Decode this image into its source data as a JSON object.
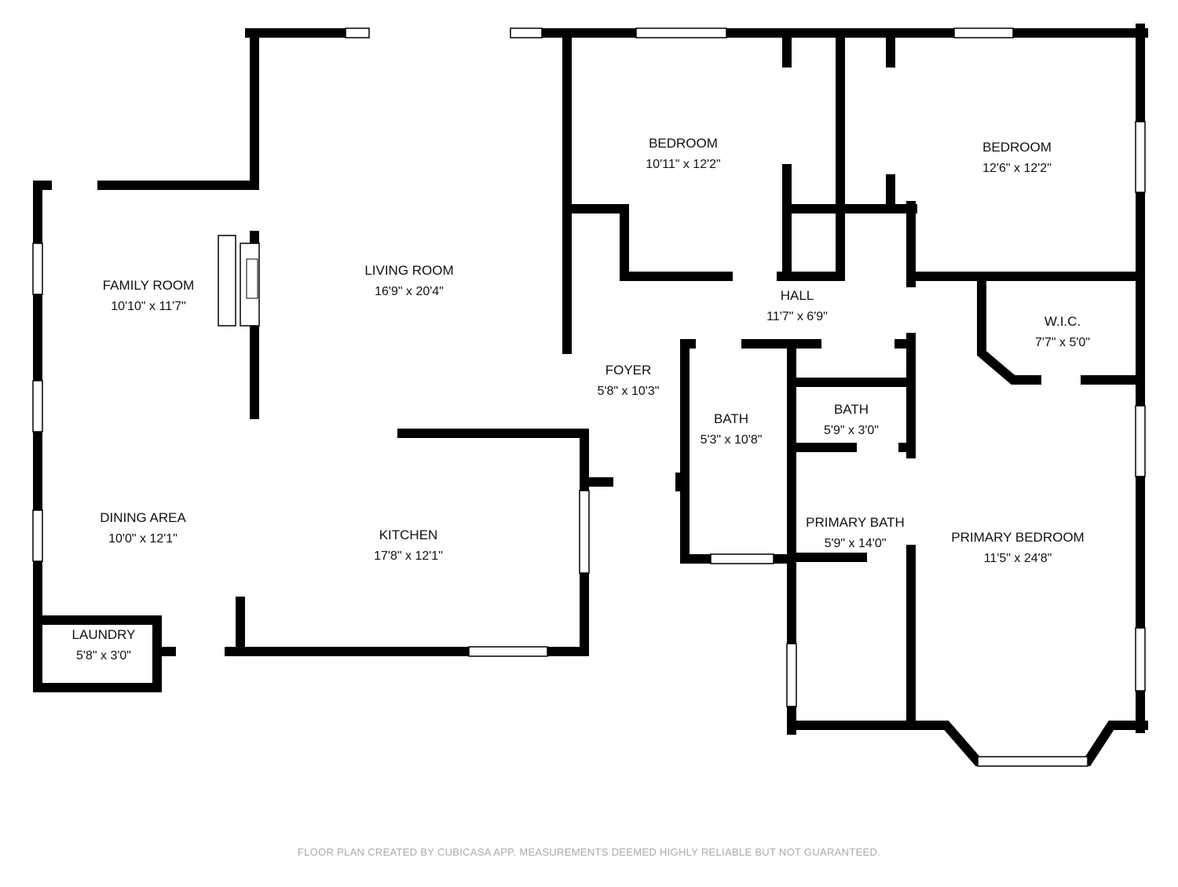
{
  "rooms": [
    {
      "name": "LIVING ROOM",
      "size": "16'9\" x 20'4\""
    },
    {
      "name": "BEDROOM",
      "size": "10'11\" x 12'2\""
    },
    {
      "name": "BEDROOM",
      "size": "12'6\" x 12'2\""
    },
    {
      "name": "FAMILY ROOM",
      "size": "10'10\" x 11'7\""
    },
    {
      "name": "HALL",
      "size": "11'7\" x 6'9\""
    },
    {
      "name": "W.I.C.",
      "size": "7'7\" x 5'0\""
    },
    {
      "name": "FOYER",
      "size": "5'8\" x 10'3\""
    },
    {
      "name": "BATH",
      "size": "5'3\" x 10'8\""
    },
    {
      "name": "BATH",
      "size": "5'9\" x 3'0\""
    },
    {
      "name": "DINING AREA",
      "size": "10'0\" x 12'1\""
    },
    {
      "name": "KITCHEN",
      "size": "17'8\" x 12'1\""
    },
    {
      "name": "PRIMARY BATH",
      "size": "5'9\" x 14'0\""
    },
    {
      "name": "PRIMARY BEDROOM",
      "size": "11'5\" x 24'8\""
    },
    {
      "name": "LAUNDRY",
      "size": "5'8\" x 3'0\""
    }
  ],
  "footer": "FLOOR PLAN CREATED BY CUBICASA APP. MEASUREMENTS DEEMED HIGHLY RELIABLE BUT NOT GUARANTEED.",
  "colors": {
    "wall": "#000000",
    "footer_text": "#aaaaaa"
  }
}
